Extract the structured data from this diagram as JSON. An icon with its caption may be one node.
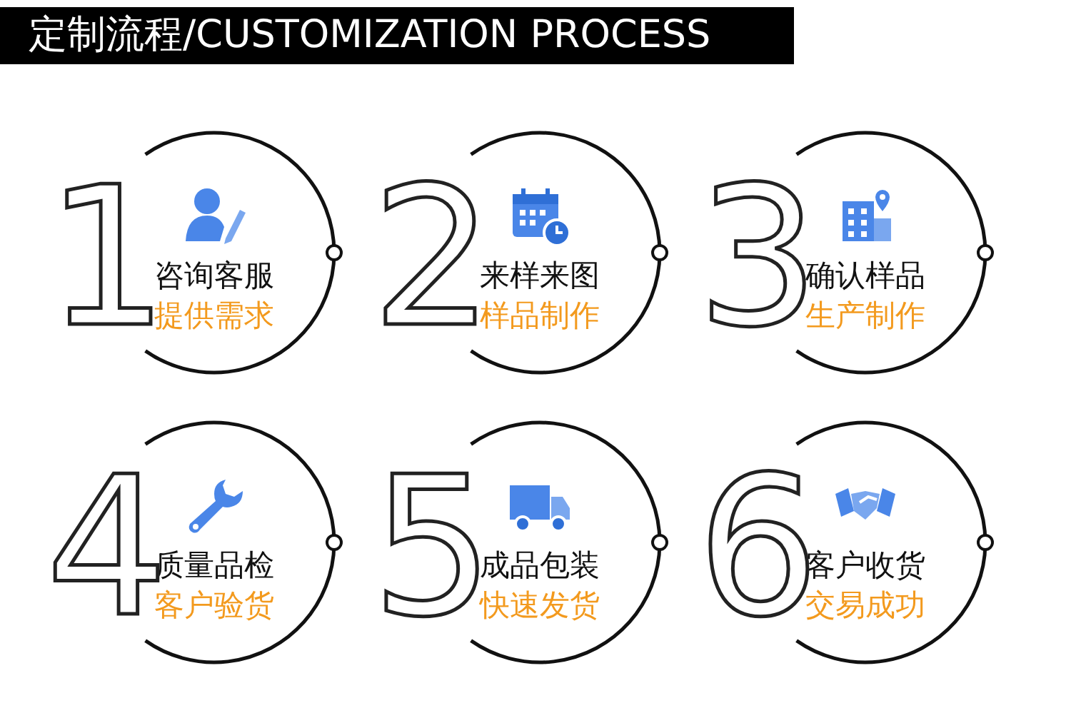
{
  "diagram": {
    "title": "定制流程/CUSTOMIZATION PROCESS",
    "nodes": [
      {
        "text": [
          "咨询客服",
          "提供需求"
        ],
        "beside": [
          "1"
        ]
      },
      {
        "text": [
          "来样来图",
          "样品制作"
        ],
        "beside": [
          "2"
        ]
      },
      {
        "text": [
          "确认样品",
          "生产制作"
        ],
        "beside": [
          "3"
        ]
      },
      {
        "text": [
          "质量品检",
          "客户验货"
        ],
        "beside": [
          "4"
        ]
      },
      {
        "text": [
          "成品包装",
          "快速发货"
        ],
        "beside": [
          "5"
        ]
      },
      {
        "text": [
          "客户收货",
          "交易成功"
        ],
        "beside": [
          "6"
        ]
      }
    ]
  }
}
